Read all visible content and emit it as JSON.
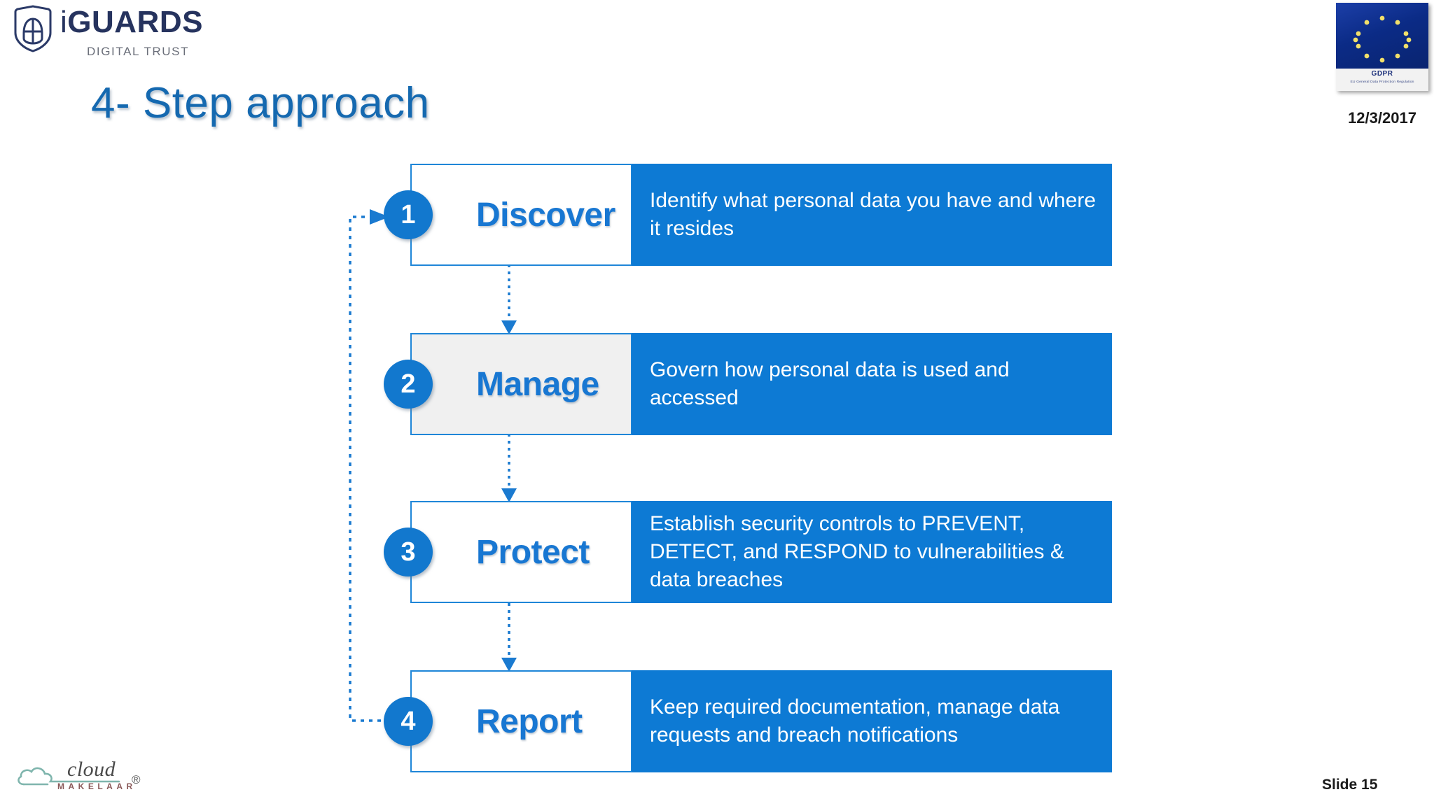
{
  "brand": {
    "name_prefix": "i",
    "name_main": "GUARDS",
    "tagline": "DIGITAL TRUST",
    "shield_icon": "shield-helmet-icon"
  },
  "title": "4- Step approach",
  "badge": {
    "flag_icon": "eu-flag-stars-icon",
    "caption_title": "GDPR",
    "caption_subtitle": "EU General Data Protection Regulation",
    "date": "12/3/2017"
  },
  "colors": {
    "panel_blue": "#0d7ad4",
    "circle_blue": "#1278ce",
    "label_blue": "#1877d2",
    "border_blue": "#1f86d8",
    "title_blue": "#1569b0",
    "alt_box_grey": "#f0f0f0",
    "white": "#ffffff"
  },
  "steps": [
    {
      "number": "1",
      "label": "Discover",
      "description": "Identify what personal data you have and where it resides",
      "box_style": "white"
    },
    {
      "number": "2",
      "label": "Manage",
      "description": "Govern how personal data is used and accessed",
      "box_style": "grey"
    },
    {
      "number": "3",
      "label": "Protect",
      "description": "Establish security controls to PREVENT, DETECT, and RESPOND to vulnerabilities & data breaches",
      "box_style": "white"
    },
    {
      "number": "4",
      "label": "Report",
      "description": "Keep required documentation, manage data requests and breach notifications",
      "box_style": "white"
    }
  ],
  "footer": {
    "cloud_logo_word": "cloud",
    "cloud_logo_sub": "MAKELAAR",
    "cloud_logo_registered": "®",
    "cloud_icon": "cloud-outline-icon",
    "slide_number": "Slide 15"
  }
}
